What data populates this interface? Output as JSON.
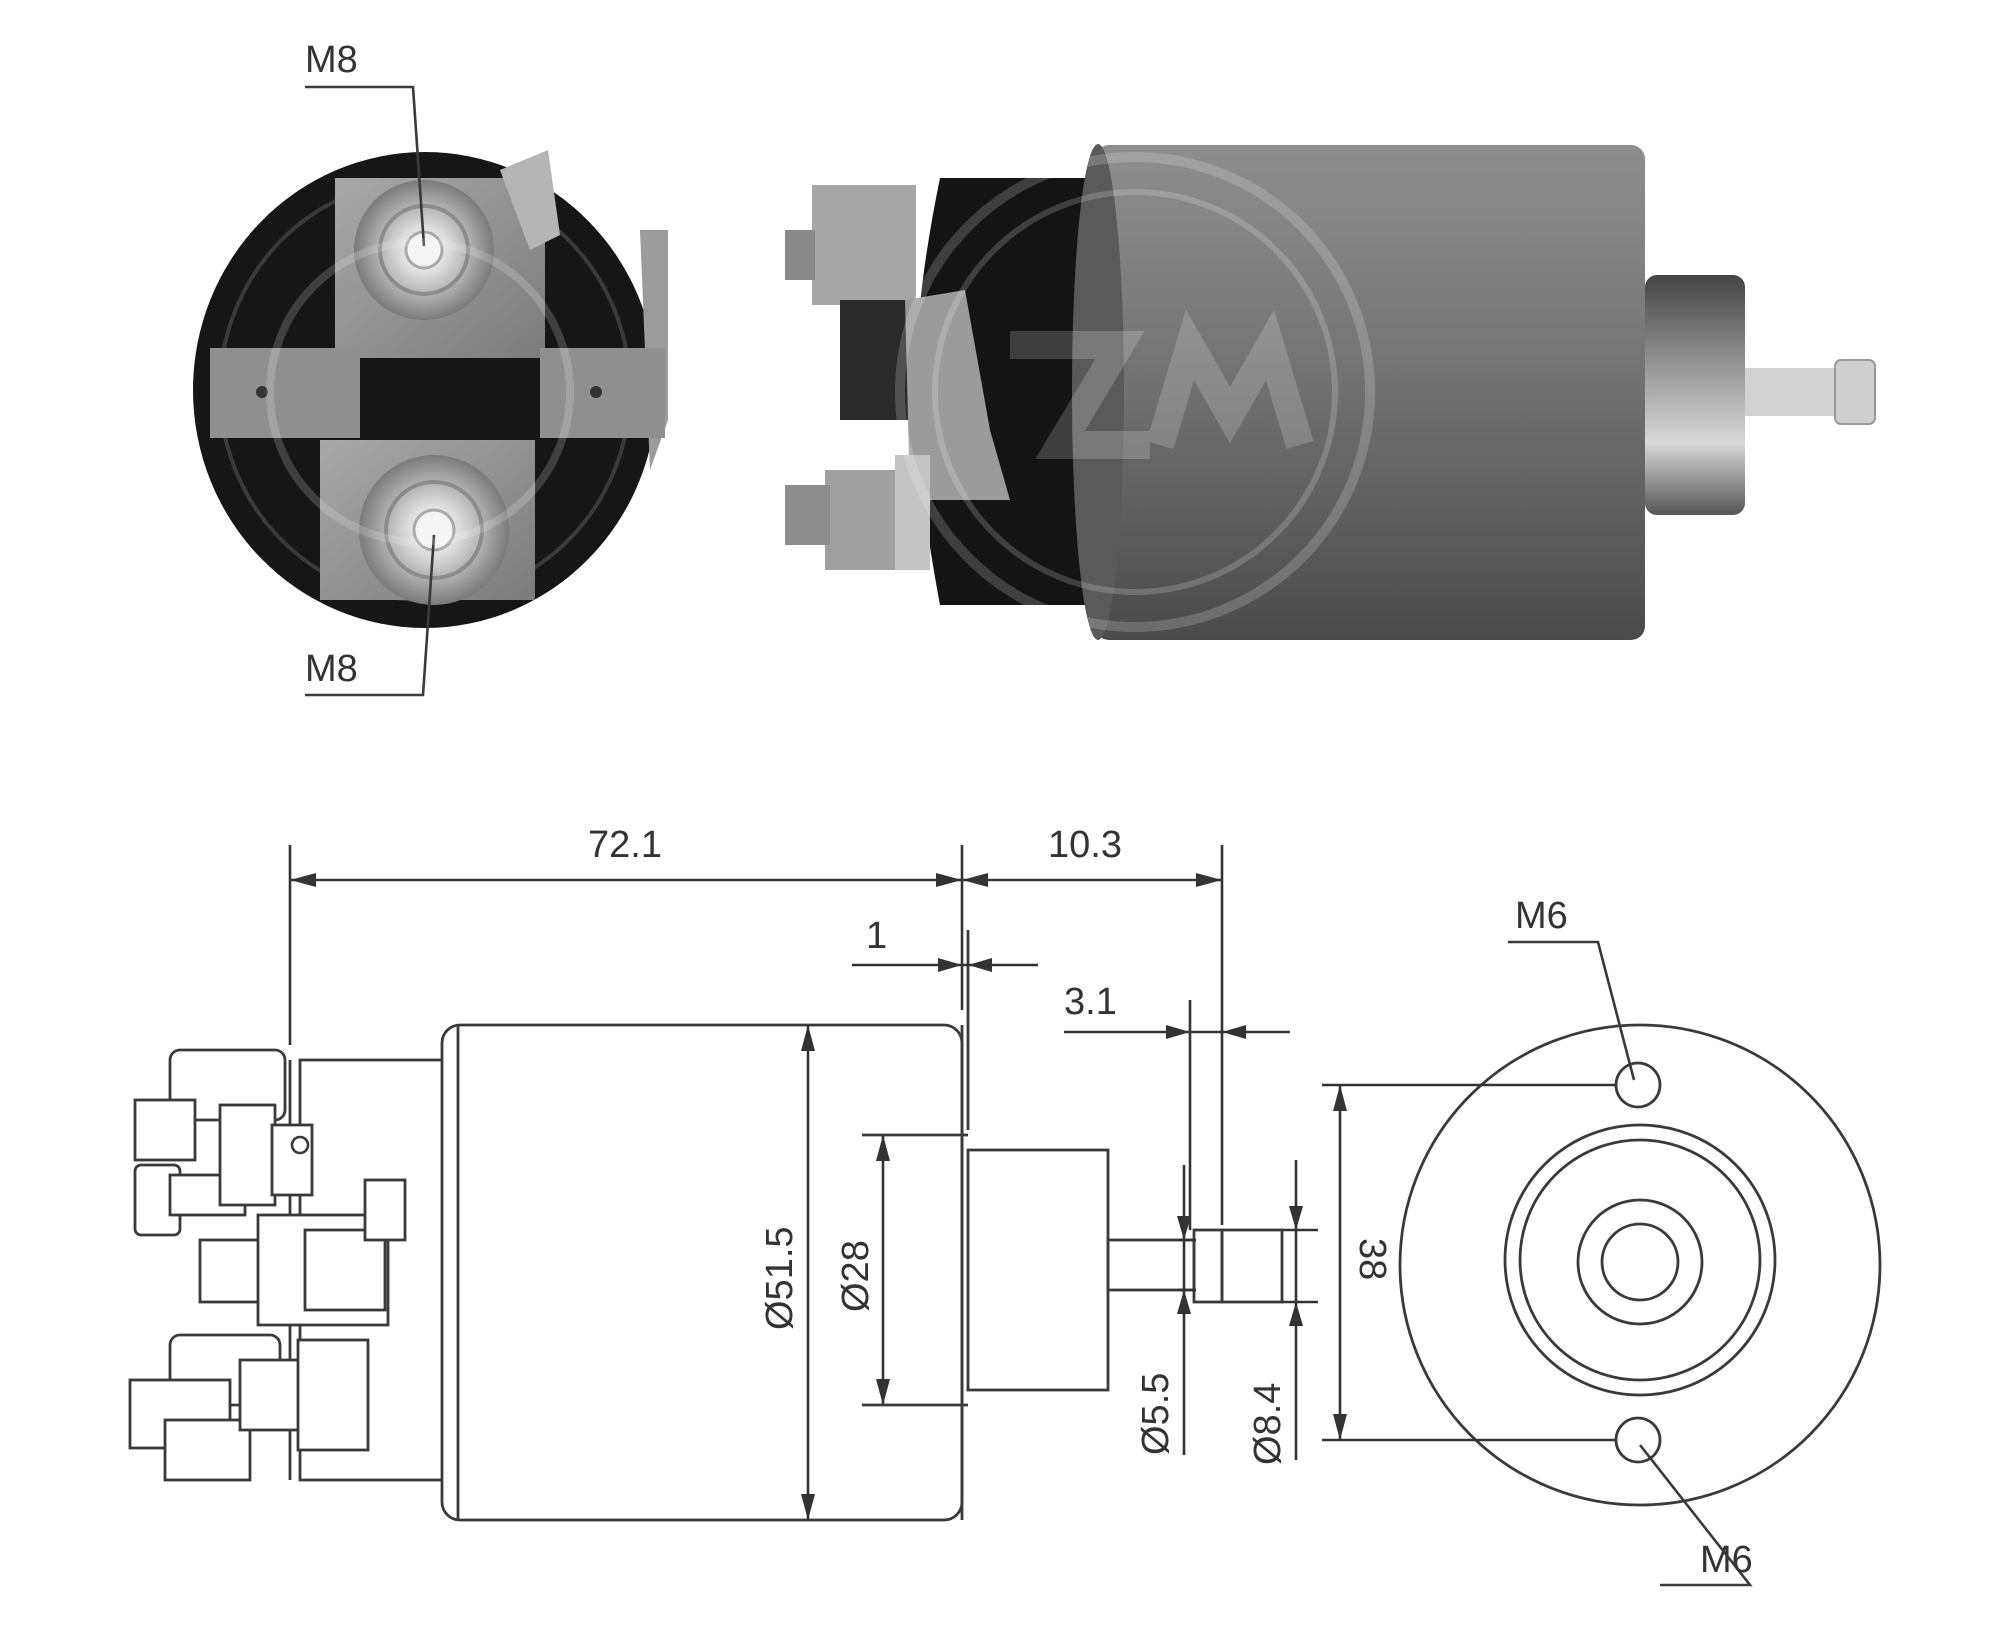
{
  "photo_labels": {
    "top_terminal": "M8",
    "bottom_terminal": "M8"
  },
  "drawing_labels": {
    "overall_length": "72.1",
    "plunger_protrusion": "10.3",
    "flange_thickness": "1",
    "plunger_tip_length": "3.1",
    "body_diameter": "Ø51.5",
    "boss_diameter": "Ø28",
    "shaft_diameter": "Ø5.5",
    "tip_diameter": "Ø8.4",
    "mount_hole_spacing": "38",
    "top_hole_thread": "M6",
    "bottom_hole_thread": "M6"
  },
  "watermark_text": "ZM",
  "colors": {
    "line": "#333333",
    "photo_body_dark": "#151515",
    "photo_metal": "#8a8a8a",
    "photo_cylinder": "#6e6e6e"
  }
}
